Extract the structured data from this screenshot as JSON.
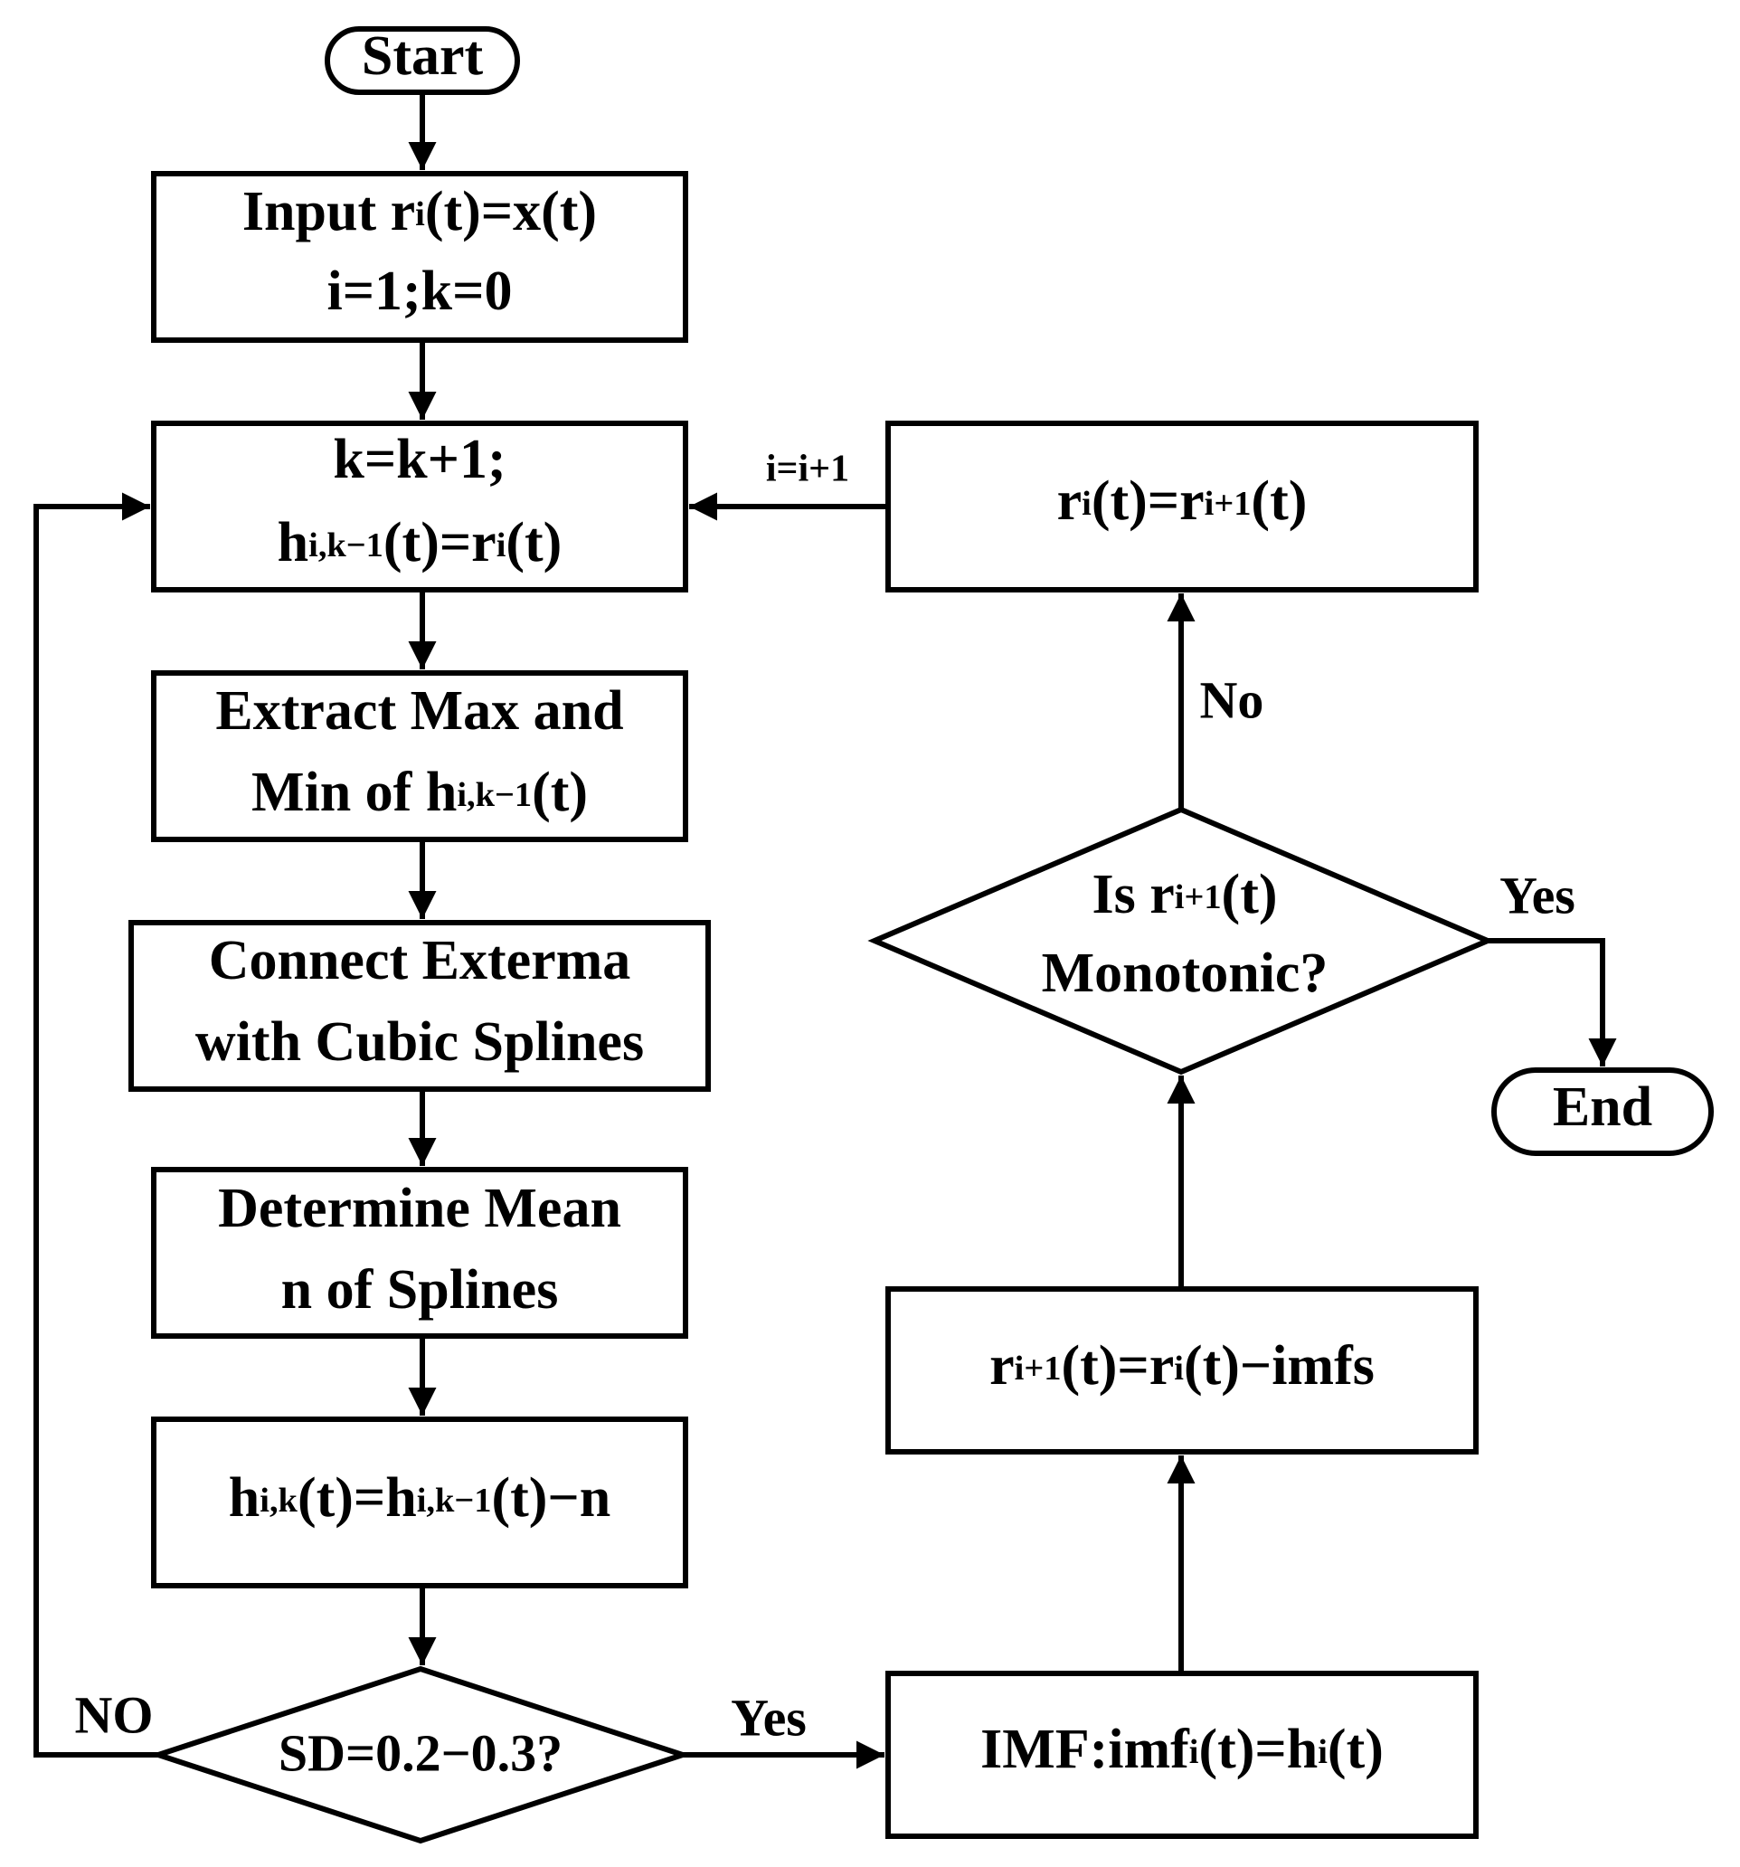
{
  "nodes": {
    "start": {
      "label": "Start"
    },
    "input": {
      "line1": {
        "a": "Input r",
        "sub": "i",
        "b": "(t)=x(t)"
      },
      "line2": "i=1;k=0"
    },
    "iterate": {
      "line1": "k=k+1;",
      "line2": {
        "a": "h",
        "sub1": "i,k−1",
        "b": "(t)=r",
        "sub2": "i",
        "c": "(t)"
      }
    },
    "extract": {
      "line1": "Extract Max and",
      "line2": {
        "a": "Min of h",
        "sub": "i,k−1",
        "b": "(t)"
      }
    },
    "connect": {
      "line1": "Connect Exterma",
      "line2": "with Cubic Splines"
    },
    "mean": {
      "line1": "Determine Mean",
      "line2": "n of Splines"
    },
    "subtract": {
      "a": "h",
      "sub1": "i,k",
      "b": "(t)=h",
      "sub2": "i,k−1",
      "c": "(t)−n"
    },
    "sd_check": {
      "label": "SD=0.2−0.3?"
    },
    "imf": {
      "a": "IMF:imf",
      "sub1": "i",
      "b": "(t)=h",
      "sub2": "i",
      "c": "(t)"
    },
    "residue": {
      "a": "r",
      "sub1": "i+1",
      "b": "(t)=r",
      "sub2": "i",
      "c": "(t)−imfs"
    },
    "monotonic_check": {
      "line1": {
        "a": "Is r",
        "sub": "i+1",
        "b": "(t)"
      },
      "line2": "Monotonic?"
    },
    "update": {
      "a": "r",
      "sub1": "i",
      "b": "(t)=r",
      "sub2": "i+1",
      "c": "(t)"
    },
    "end": {
      "label": "End"
    }
  },
  "edge_labels": {
    "sd_no": "NO",
    "sd_yes": "Yes",
    "mono_no": "No",
    "mono_yes": "Yes",
    "increment": "i=i+1"
  },
  "colors": {
    "stroke": "#000000",
    "background": "#ffffff"
  }
}
